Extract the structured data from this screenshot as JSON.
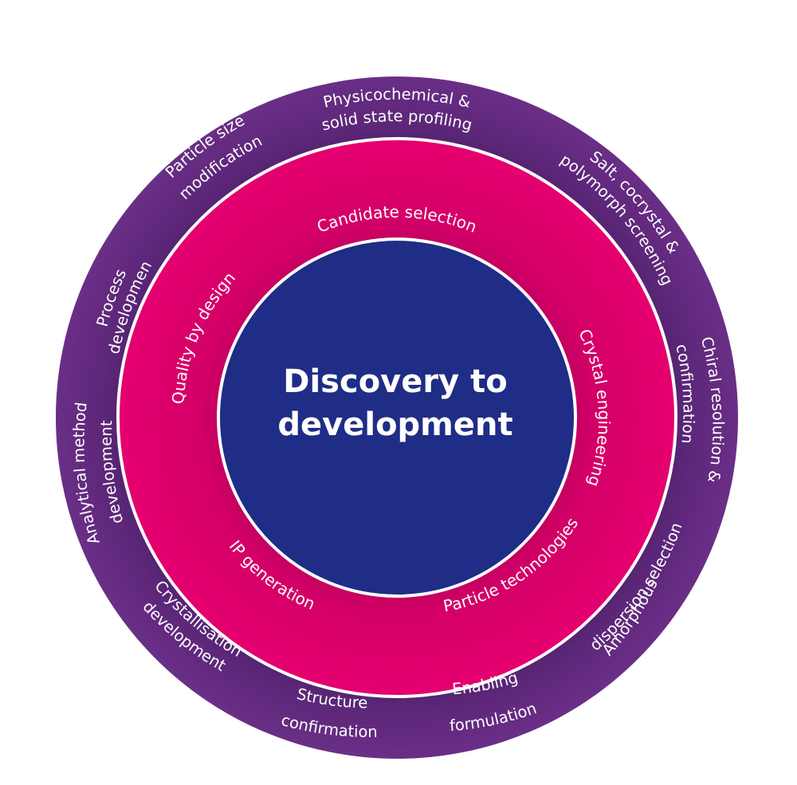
{
  "center": {
    "line1": "Discovery to",
    "line2": "development"
  },
  "middle_ring": {
    "items": [
      {
        "label": "Candidate selection"
      },
      {
        "label": "Crystal engineering"
      },
      {
        "label": "Particle technologies"
      },
      {
        "label": "IP generation"
      },
      {
        "label": "Quality by design"
      }
    ]
  },
  "outer_ring": {
    "items": [
      {
        "line1": "Physicochemical &",
        "line2": "solid state profiling"
      },
      {
        "line1": "Salt, cocrystal &",
        "line2": "polymorph screening"
      },
      {
        "line1": "Chiral resolution &",
        "line2": "confirmation"
      },
      {
        "line1": "Amorphous",
        "line2": "dispersion selection"
      },
      {
        "line1": "Enabling",
        "line2": "formulation"
      },
      {
        "line1": "Structure",
        "line2": "confirmation"
      },
      {
        "line1": "Crystallisation",
        "line2": "development"
      },
      {
        "line1": "Analytical method",
        "line2": "development"
      },
      {
        "line1": "Process",
        "line2": "development"
      },
      {
        "line1": "Particle size",
        "line2": "modification"
      }
    ]
  },
  "colors": {
    "outer_ring": "#6a2e86",
    "middle_ring": "#e0006e",
    "center": "#1f2d86",
    "text": "#ffffff",
    "separator": "#ffffff"
  }
}
